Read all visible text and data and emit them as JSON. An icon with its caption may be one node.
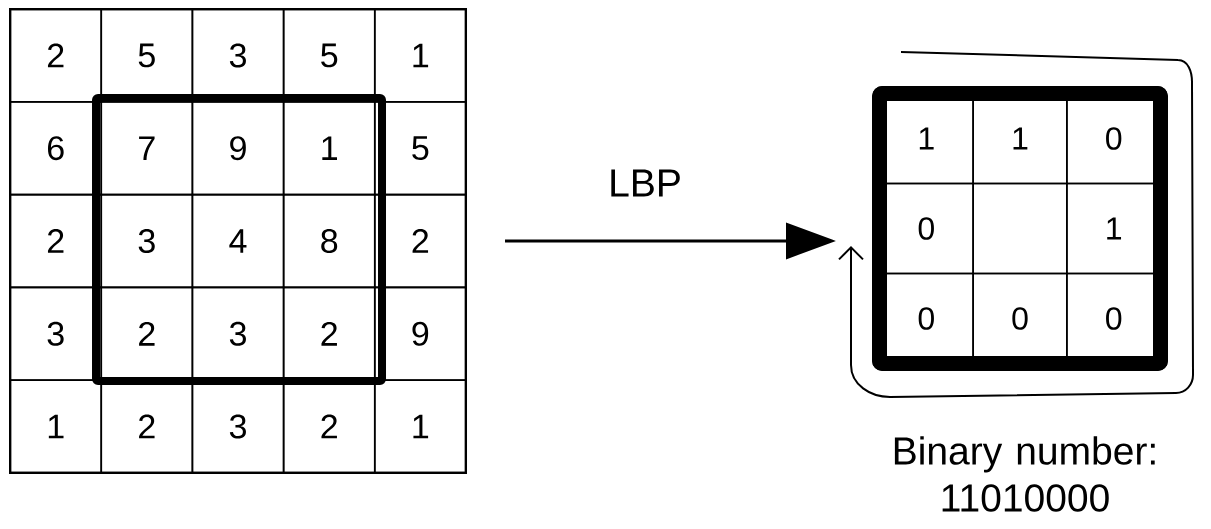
{
  "diagram": {
    "nodes": [
      {
        "text": [
          "2",
          "5",
          "3",
          "5",
          "1",
          "6",
          "7",
          "9",
          "1",
          "5",
          "2",
          "3",
          "4",
          "8",
          "2",
          "3",
          "2",
          "3",
          "2",
          "9",
          "1",
          "2",
          "3",
          "2",
          "1"
        ]
      },
      {
        "text": [
          "1",
          "1",
          "0",
          "0",
          "1",
          "0",
          "0",
          "0"
        ],
        "beside": [
          "Binary number: 11010000"
        ]
      }
    ],
    "edges": [
      {
        "from": 0,
        "to": 1,
        "arrow": "to",
        "label": "LBP"
      }
    ]
  }
}
